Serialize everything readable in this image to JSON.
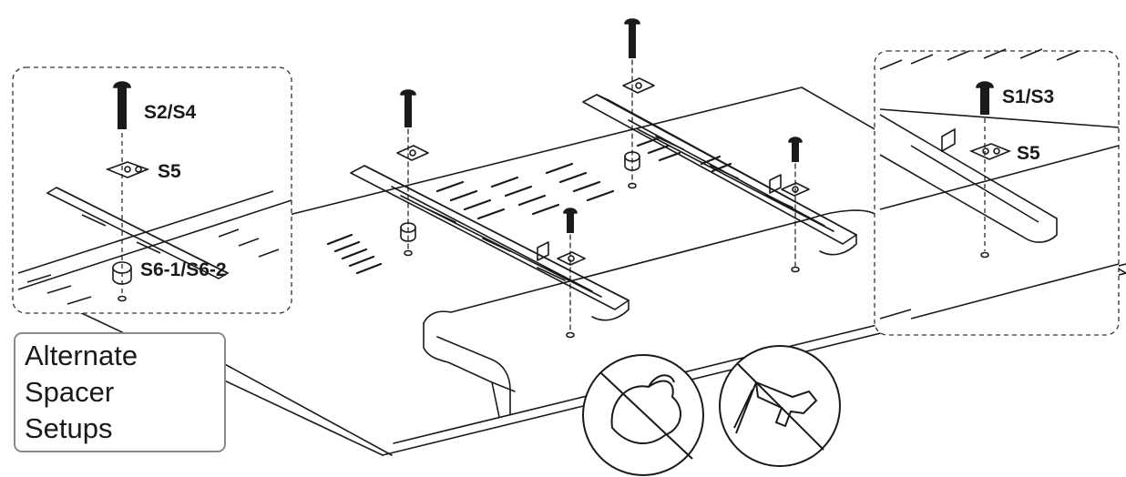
{
  "callouts": {
    "left_screw": "S2/S4",
    "left_washer": "S5",
    "left_spacer": "S6-1/S6-2",
    "right_screw": "S1/S3",
    "right_washer": "S5"
  },
  "alternate_box": {
    "line1": "Alternate",
    "line2": "Spacer",
    "line3": "Setups"
  },
  "warning_icons": [
    "no-hand-tighten-force-icon",
    "no-power-drill-icon"
  ],
  "colors": {
    "line": "#1a1a1a",
    "dash": "#333333",
    "box_border": "#8a8a8a"
  }
}
